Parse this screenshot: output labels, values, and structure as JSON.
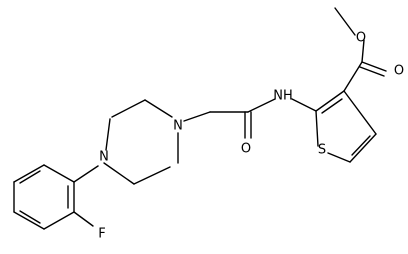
{
  "molecule": {
    "atoms": {
      "ester_o_methoxy": "O",
      "ester_o_carbonyl": "O",
      "amide_nh": "NH",
      "amide_o": "O",
      "thiophene_s": "S",
      "piperazine_n_right": "N",
      "piperazine_n_left": "N",
      "fluorine": "F"
    }
  }
}
